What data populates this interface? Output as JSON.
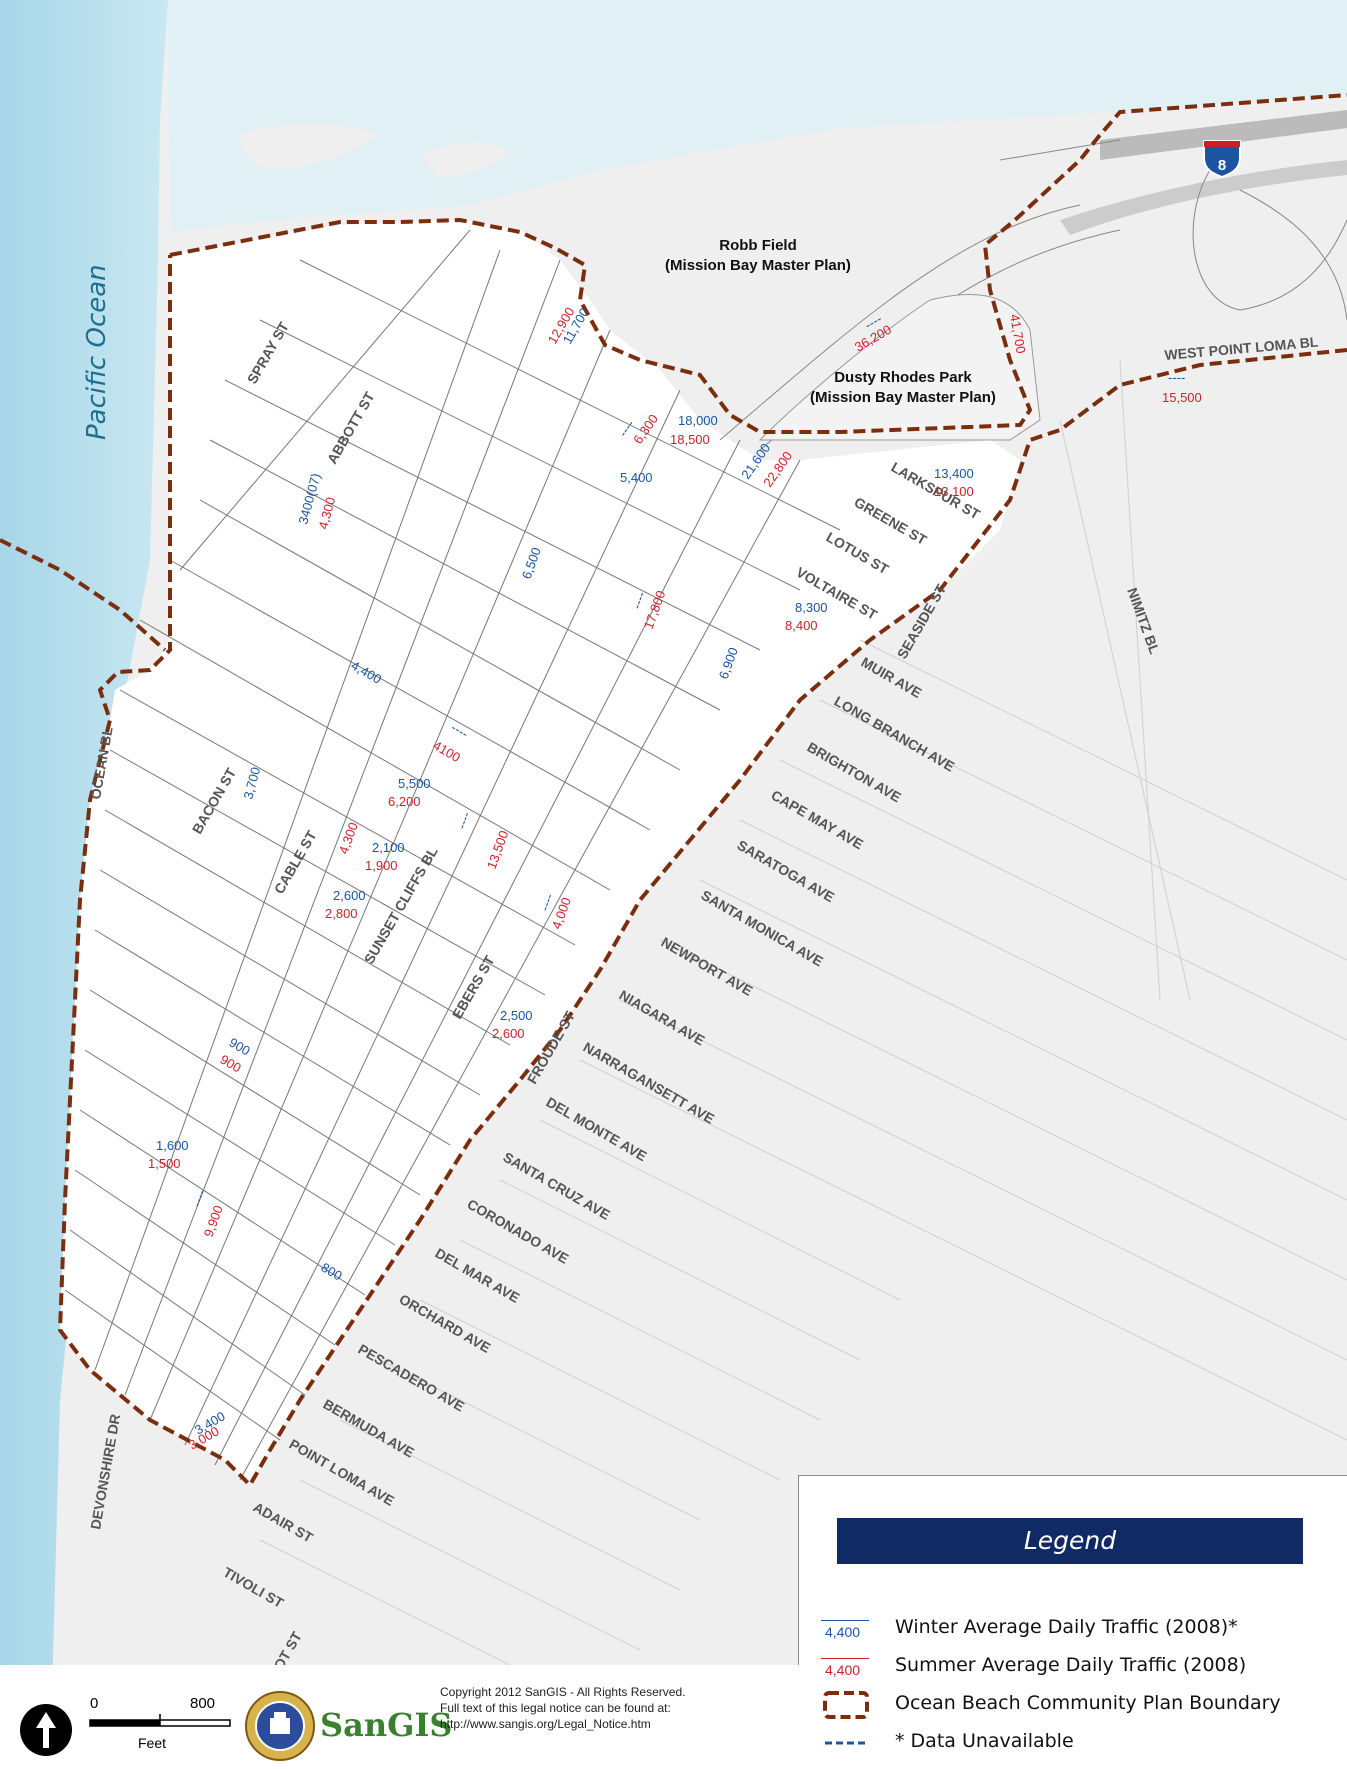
{
  "map": {
    "areas": {
      "ocean_label": "Pacific Ocean",
      "robb_field": "Robb Field",
      "robb_field_note": "(Mission Bay Master Plan)",
      "dusty_rhodes": "Dusty Rhodes Park",
      "dusty_rhodes_note": "(Mission Bay Master Plan)",
      "interstate_shield": "8"
    },
    "streets": {
      "spray": "SPRAY ST",
      "abbott": "ABBOTT ST",
      "bacon": "BACON ST",
      "cable": "CABLE ST",
      "sunset_cliffs": "SUNSET CLIFFS BL",
      "ebers": "EBERS ST",
      "froude": "FROUDE ST",
      "ocean_bl": "OCEAN BL",
      "devonshire": "DEVONSHIRE DR",
      "guizot": "GUIZOT ST",
      "tivoli": "TIVOLI ST",
      "adair": "ADAIR ST",
      "point_loma": "POINT LOMA AVE",
      "bermuda": "BERMUDA AVE",
      "pescadero": "PESCADERO AVE",
      "orchard": "ORCHARD AVE",
      "del_mar": "DEL MAR AVE",
      "coronado": "CORONADO AVE",
      "santa_cruz": "SANTA CRUZ AVE",
      "del_monte": "DEL MONTE AVE",
      "narragansett": "NARRAGANSETT AVE",
      "niagara": "NIAGARA AVE",
      "newport": "NEWPORT AVE",
      "santa_monica": "SANTA MONICA AVE",
      "saratoga": "SARATOGA AVE",
      "cape_may": "CAPE MAY AVE",
      "brighton": "BRIGHTON AVE",
      "long_branch": "LONG BRANCH AVE",
      "muir": "MUIR AVE",
      "seaside": "SEASIDE ST",
      "voltaire": "VOLTAIRE ST",
      "lotus": "LOTUS ST",
      "greene": "GREENE ST",
      "larkspur": "LARKSPUR ST",
      "nimitz": "NIMITZ BL",
      "west_point_loma": "WEST POINT LOMA BL"
    },
    "traffic": {
      "t1": "11,700",
      "t2": "12,900",
      "t3": "36,200",
      "t4": "41,700",
      "t5": "15,500",
      "t6": "6,300",
      "t7": "5,400",
      "t8": "18,000",
      "t9": "18,500",
      "t10": "21,600",
      "t11": "22,800",
      "t12": "13,400",
      "t13": "13,100",
      "t14": "3400(07)",
      "t15": "4,300",
      "t16": "6,500",
      "t17": "17,800",
      "t18": "8,300",
      "t19": "8,400",
      "t20": "6,900",
      "t21": "4,400",
      "t22": "4100",
      "t23": "3,700",
      "t24": "5,500",
      "t25": "6,200",
      "t26": "4,300",
      "t27": "2,100",
      "t28": "1,900",
      "t29": "13,500",
      "t30": "2,600",
      "t31": "2,800",
      "t32": "4,000",
      "t33": "2,500",
      "t34": "2,600",
      "t35": "900",
      "t36": "900",
      "t37": "1,600",
      "t38": "1,500",
      "t39": "9,900",
      "t40": "800",
      "t41": "3,400",
      "t42": "3,000",
      "na": "----"
    }
  },
  "legend": {
    "title": "Legend",
    "winter_sample": "4,400",
    "winter_label": "Winter Average Daily Traffic (2008)*",
    "summer_sample": "4,400",
    "summer_label": "Summer Average Daily Traffic (2008)",
    "boundary_label": "Ocean Beach Community Plan Boundary",
    "unavailable_label": "* Data Unavailable"
  },
  "scale": {
    "zero": "0",
    "max": "800",
    "unit": "Feet"
  },
  "footer": {
    "logo_text": "SanGIS",
    "copyright_1": "Copyright 2012 SanGIS - All Rights Reserved.",
    "copyright_2": "Full text of this legal notice can be found at:",
    "copyright_3": "http://www.sangis.org/Legal_Notice.htm"
  },
  "colors": {
    "winter": "#1b55a2",
    "summer": "#d0202a",
    "boundary": "#7a2e0e",
    "legend_header": "#102a66"
  }
}
